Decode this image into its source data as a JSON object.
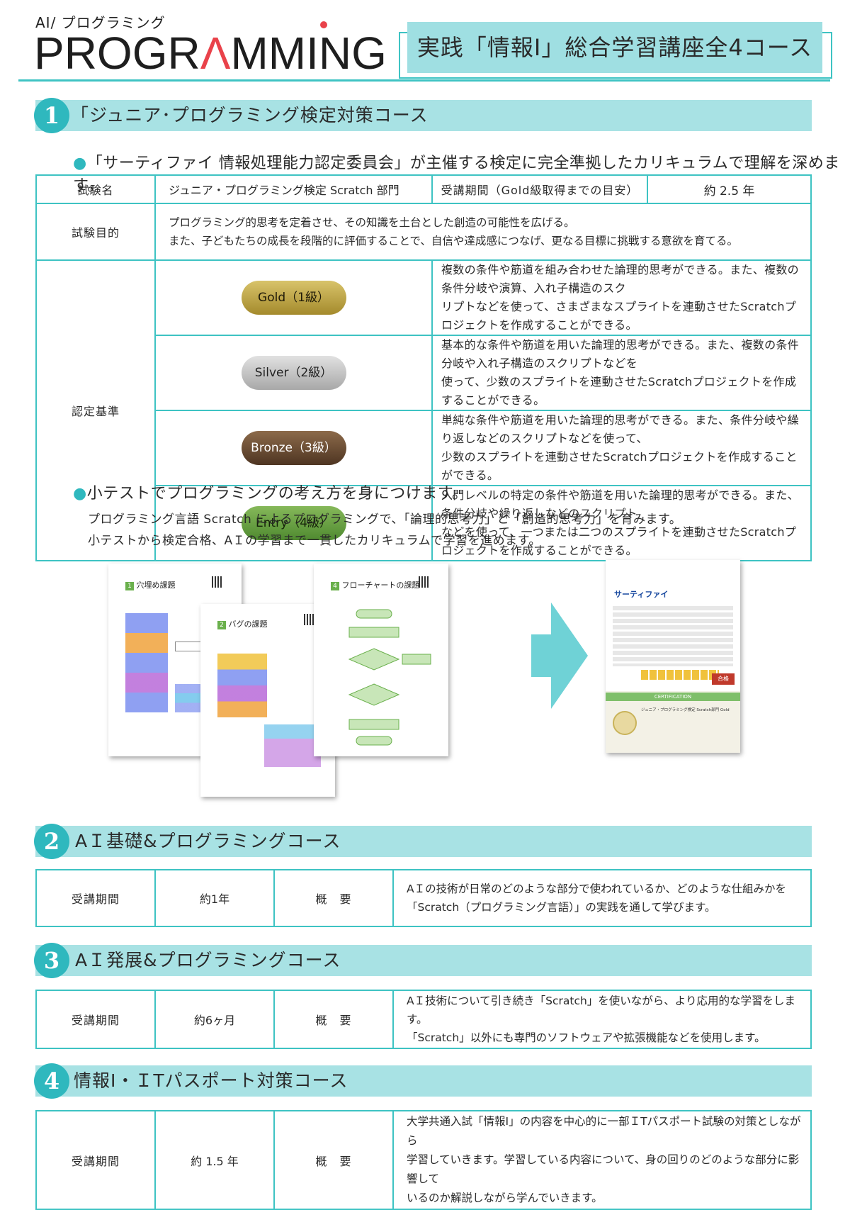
{
  "header": {
    "brand_small": "AI/ プログラミング",
    "brand_big_1": "PROGR",
    "brand_big_2": "MM",
    "brand_big_3": "NG",
    "course_title": "実践「情報Ⅰ」総合学習講座全4コース"
  },
  "section1": {
    "number": "1",
    "title": "「ジュニア･プログラミング検定対策コース",
    "bullet": "「サーティファイ 情報処理能力認定委員会」が主催する検定に完全準拠したカリキュラムで理解を深めます。",
    "table": {
      "exam_label": "試験名",
      "exam_value": "ジュニア・プログラミング検定 Scratch 部門",
      "period_label": "受講期間（Gold級取得までの目安）",
      "period_value": "約 2.5 年",
      "purpose_label": "試験目的",
      "purpose_line1": "プログラミング的思考を定着させ、その知識を土台とした創造の可能性を広げる。",
      "purpose_line2": "また、子どもたちの成長を段階的に評価することで、自信や達成感につなげ、更なる目標に挑戦する意欲を育てる。",
      "criteria_label": "認定基準",
      "levels": [
        {
          "name": "Gold（1級）",
          "line1": "複数の条件や筋道を組み合わせた論理的思考ができる。また、複数の条件分岐や演算、入れ子構造のスク",
          "line2": "リプトなどを使って、さまざまなスプライトを連動させたScratchプロジェクトを作成することができる。"
        },
        {
          "name": "Silver（2級）",
          "line1": "基本的な条件や筋道を用いた論理的思考ができる。また、複数の条件分岐や入れ子構造のスクリプトなどを",
          "line2": "使って、少数のスプライトを連動させたScratchプロジェクトを作成することができる。"
        },
        {
          "name": "Bronze（3級）",
          "line1": "単純な条件や筋道を用いた論理的思考ができる。また、条件分岐や繰り返しなどのスクリプトなどを使って、",
          "line2": "少数のスプライトを連動させたScratchプロジェクトを作成することができる。"
        },
        {
          "name": "Entry（4級）",
          "line1": "入門レベルの特定の条件や筋道を用いた論理的思考ができる。また、条件分岐や繰り返しなどのスクリプト",
          "line2": "などを使って、一つまたは二つのスプライトを連動させたScratchプロジェクトを作成することができる。"
        }
      ]
    },
    "bullet2": "小テストでプログラミングの考え方を身につけます。",
    "para1": "プログラミング言語 Scratch によるプログラミングで、「論理的思考力」と「創造的思考力」を育みます。",
    "para2": "小テストから検定合格、AＩの学習まで一貫したカリキュラムで学習を進めます。",
    "worksheets": {
      "ws1_num": "1",
      "ws1_title": "穴埋め課題",
      "ws2_num": "2",
      "ws2_title": "バグの課題",
      "ws3_num": "4",
      "ws3_title": "フローチャートの課題②",
      "cert_label": "CERTIFICATION",
      "cert_brand": "サーティファイ",
      "cert_pass": "合格",
      "cert_name": "ジュニア・プログラミング検定 Scratch部門 Gold"
    }
  },
  "section2": {
    "number": "2",
    "title": "AＩ基礎&プログラミングコース",
    "period_label": "受講期間",
    "period_value": "約1年",
    "summary_label": "概　要",
    "summary_line1": "AＩの技術が日常のどのような部分で使われているか、どのような仕組みかを",
    "summary_line2": "「Scratch（プログラミング言語）」の実践を通して学びます。"
  },
  "section3": {
    "number": "3",
    "title": "AＩ発展&プログラミングコース",
    "period_label": "受講期間",
    "period_value": "約6ヶ月",
    "summary_label": "概　要",
    "summary_line1": "AＩ技術について引き続き「Scratch」を使いながら、より応用的な学習をします。",
    "summary_line2": "「Scratch」以外にも専門のソフトウェアや拡張機能などを使用します。"
  },
  "section4": {
    "number": "4",
    "title": "情報Ⅰ・ＩTパスポート対策コース",
    "period_label": "受講期間",
    "period_value": "約 1.5 年",
    "summary_label": "概　要",
    "summary_line1": "大学共通入試「情報Ⅰ」の内容を中心的に一部ＩTパスポート試験の対策としながら",
    "summary_line2": "学習していきます。学習している内容について、身の回りのどのような部分に影響して",
    "summary_line3": "いるのか解説しながら学んでいきます。"
  },
  "colors": {
    "accent": "#2fb8be",
    "bar": "#a8e2e4",
    "brand_red": "#e9424a"
  }
}
